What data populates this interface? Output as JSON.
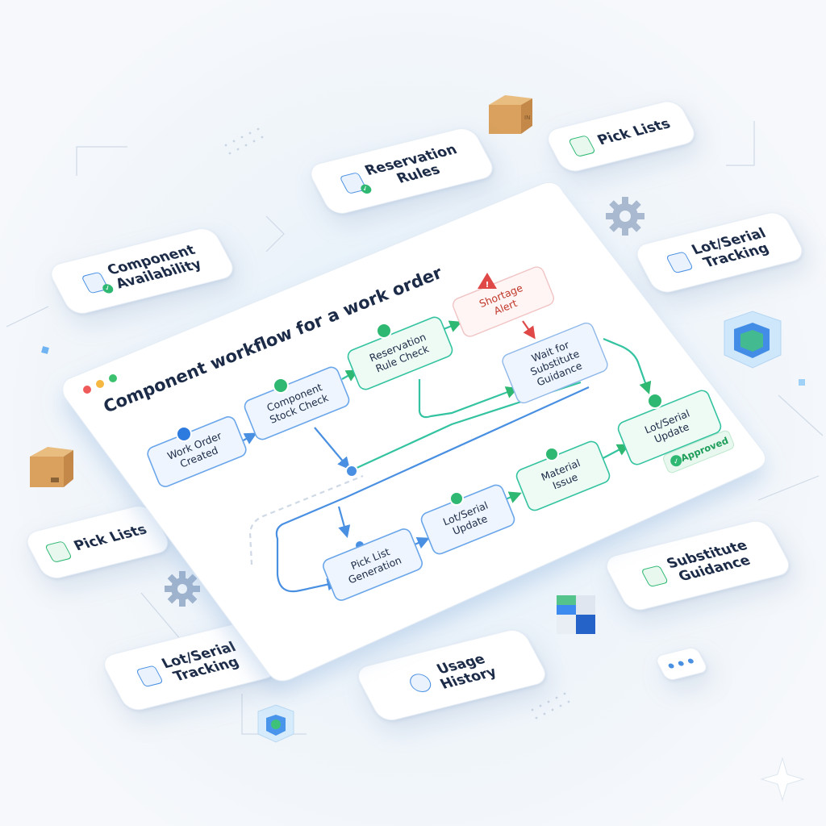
{
  "main_card": {
    "title": "Component workflow for a work order",
    "window_dots": [
      "#ef5b5b",
      "#f5b942",
      "#3cc16e"
    ]
  },
  "workflow": {
    "nodes": {
      "work_order_created": "Work Order\nCreated",
      "component_stock_check": "Component\nStock Check",
      "reservation_rule_check": "Reservation\nRule Check",
      "shortage_alert": "Shortage\nAlert",
      "wait_substitute": "Wait for\nSubstitute\nGuidance",
      "lot_serial_update_top": "Lot/Serial\nUpdate",
      "pick_list_generation": "Pick List\nGeneration",
      "lot_serial_update_mid": "Lot/Serial\nUpdate",
      "material_issue": "Material\nIssue"
    },
    "approved_badge": "Approved"
  },
  "floating_chips": {
    "component_availability": {
      "label": "Component\nAvailability",
      "icon": "cube-check-icon"
    },
    "reservation_rules": {
      "label": "Reservation\nRules",
      "icon": "document-check-icon"
    },
    "pick_lists_top": {
      "label": "Pick Lists",
      "icon": "list-doc-icon"
    },
    "lot_serial_tracking_top": {
      "label": "Lot/Serial\nTracking",
      "icon": "database-tag-icon"
    },
    "pick_lists_left": {
      "label": "Pick Lists",
      "icon": "list-doc-icon"
    },
    "lot_serial_tracking_bottom": {
      "label": "Lot/Serial\nTracking",
      "icon": "grid-calendar-icon"
    },
    "usage_history": {
      "label": "Usage\nHistory",
      "icon": "history-clock-icon"
    },
    "substitute_guidance": {
      "label": "Substitute\nGuidance",
      "icon": "swap-arrows-icon"
    }
  },
  "colors": {
    "blue": "#4a90e2",
    "green": "#2eb872",
    "teal": "#34c3a0",
    "red": "#e04848",
    "ink": "#1c2b47"
  }
}
